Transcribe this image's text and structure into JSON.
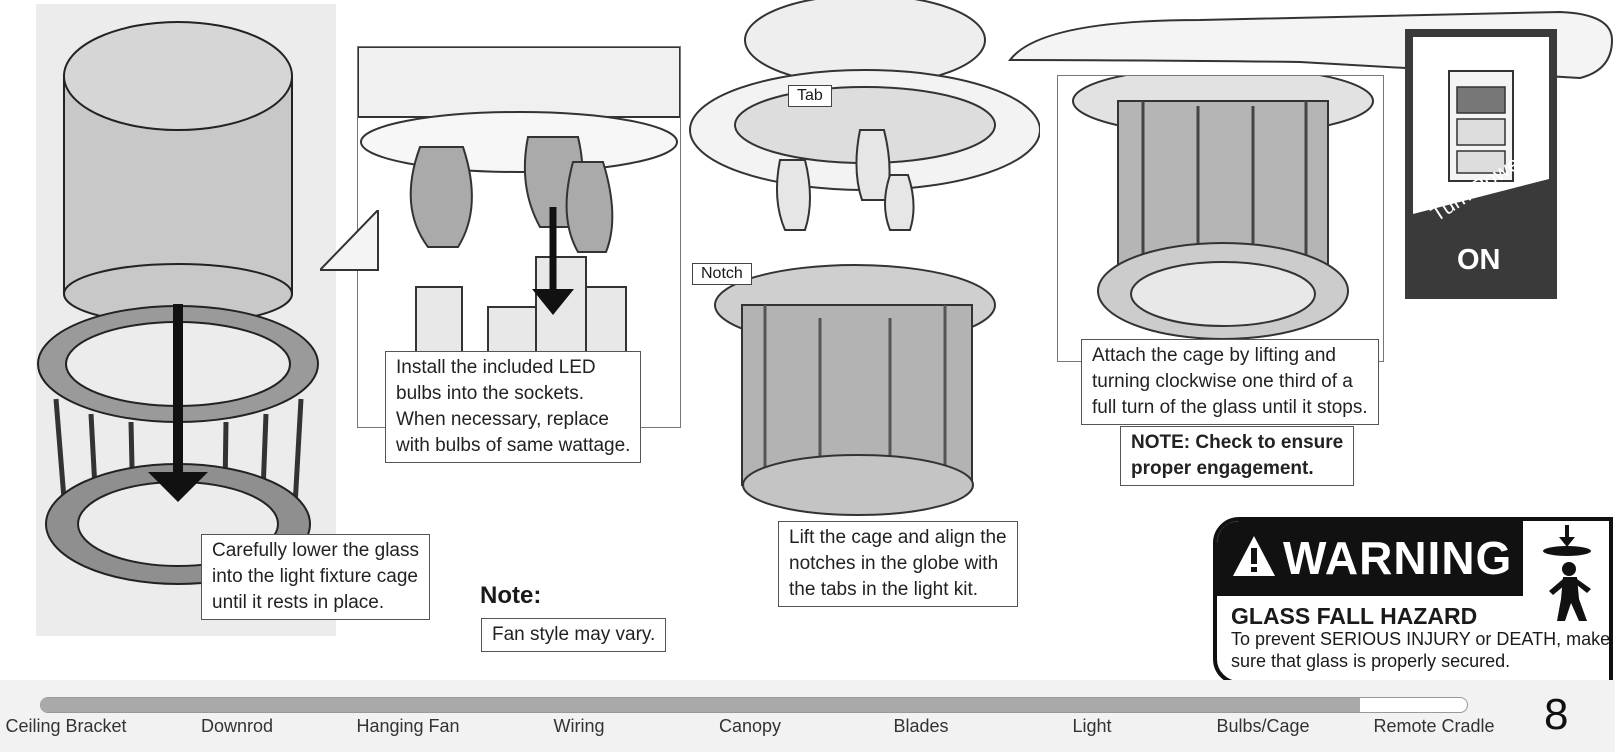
{
  "callouts": {
    "glass": [
      "Carefully lower the glass",
      "into the light fixture cage",
      "until it rests in place."
    ],
    "bulbs": [
      "Install the included LED",
      "bulbs into the sockets.",
      "When necessary, replace",
      "with bulbs of same wattage."
    ],
    "align": [
      "Lift the cage and align the",
      "notches in the globe with",
      "the tabs in the light kit."
    ],
    "attach": [
      "Attach the cage by lifting and",
      "turning clockwise one third of a",
      "full turn of the glass until it stops."
    ],
    "check": [
      "NOTE: Check to ensure",
      "proper engagement."
    ]
  },
  "tags": {
    "tab": "Tab",
    "notch": "Notch"
  },
  "note": {
    "title": "Note:",
    "text": "Fan style may vary."
  },
  "power": {
    "line1": "Turn Power",
    "line2": "ON"
  },
  "warning": {
    "title": "WARNING",
    "hazard": "GLASS FALL HAZARD",
    "line1": "To prevent SERIOUS INJURY or DEATH, make",
    "line2": "sure that glass is properly secured."
  },
  "nav": {
    "progress": 0.925,
    "items": [
      "Ceiling Bracket",
      "Downrod",
      "Hanging Fan",
      "Wiring",
      "Canopy",
      "Blades",
      "Light",
      "Bulbs/Cage",
      "Remote Cradle"
    ],
    "page": "8"
  }
}
